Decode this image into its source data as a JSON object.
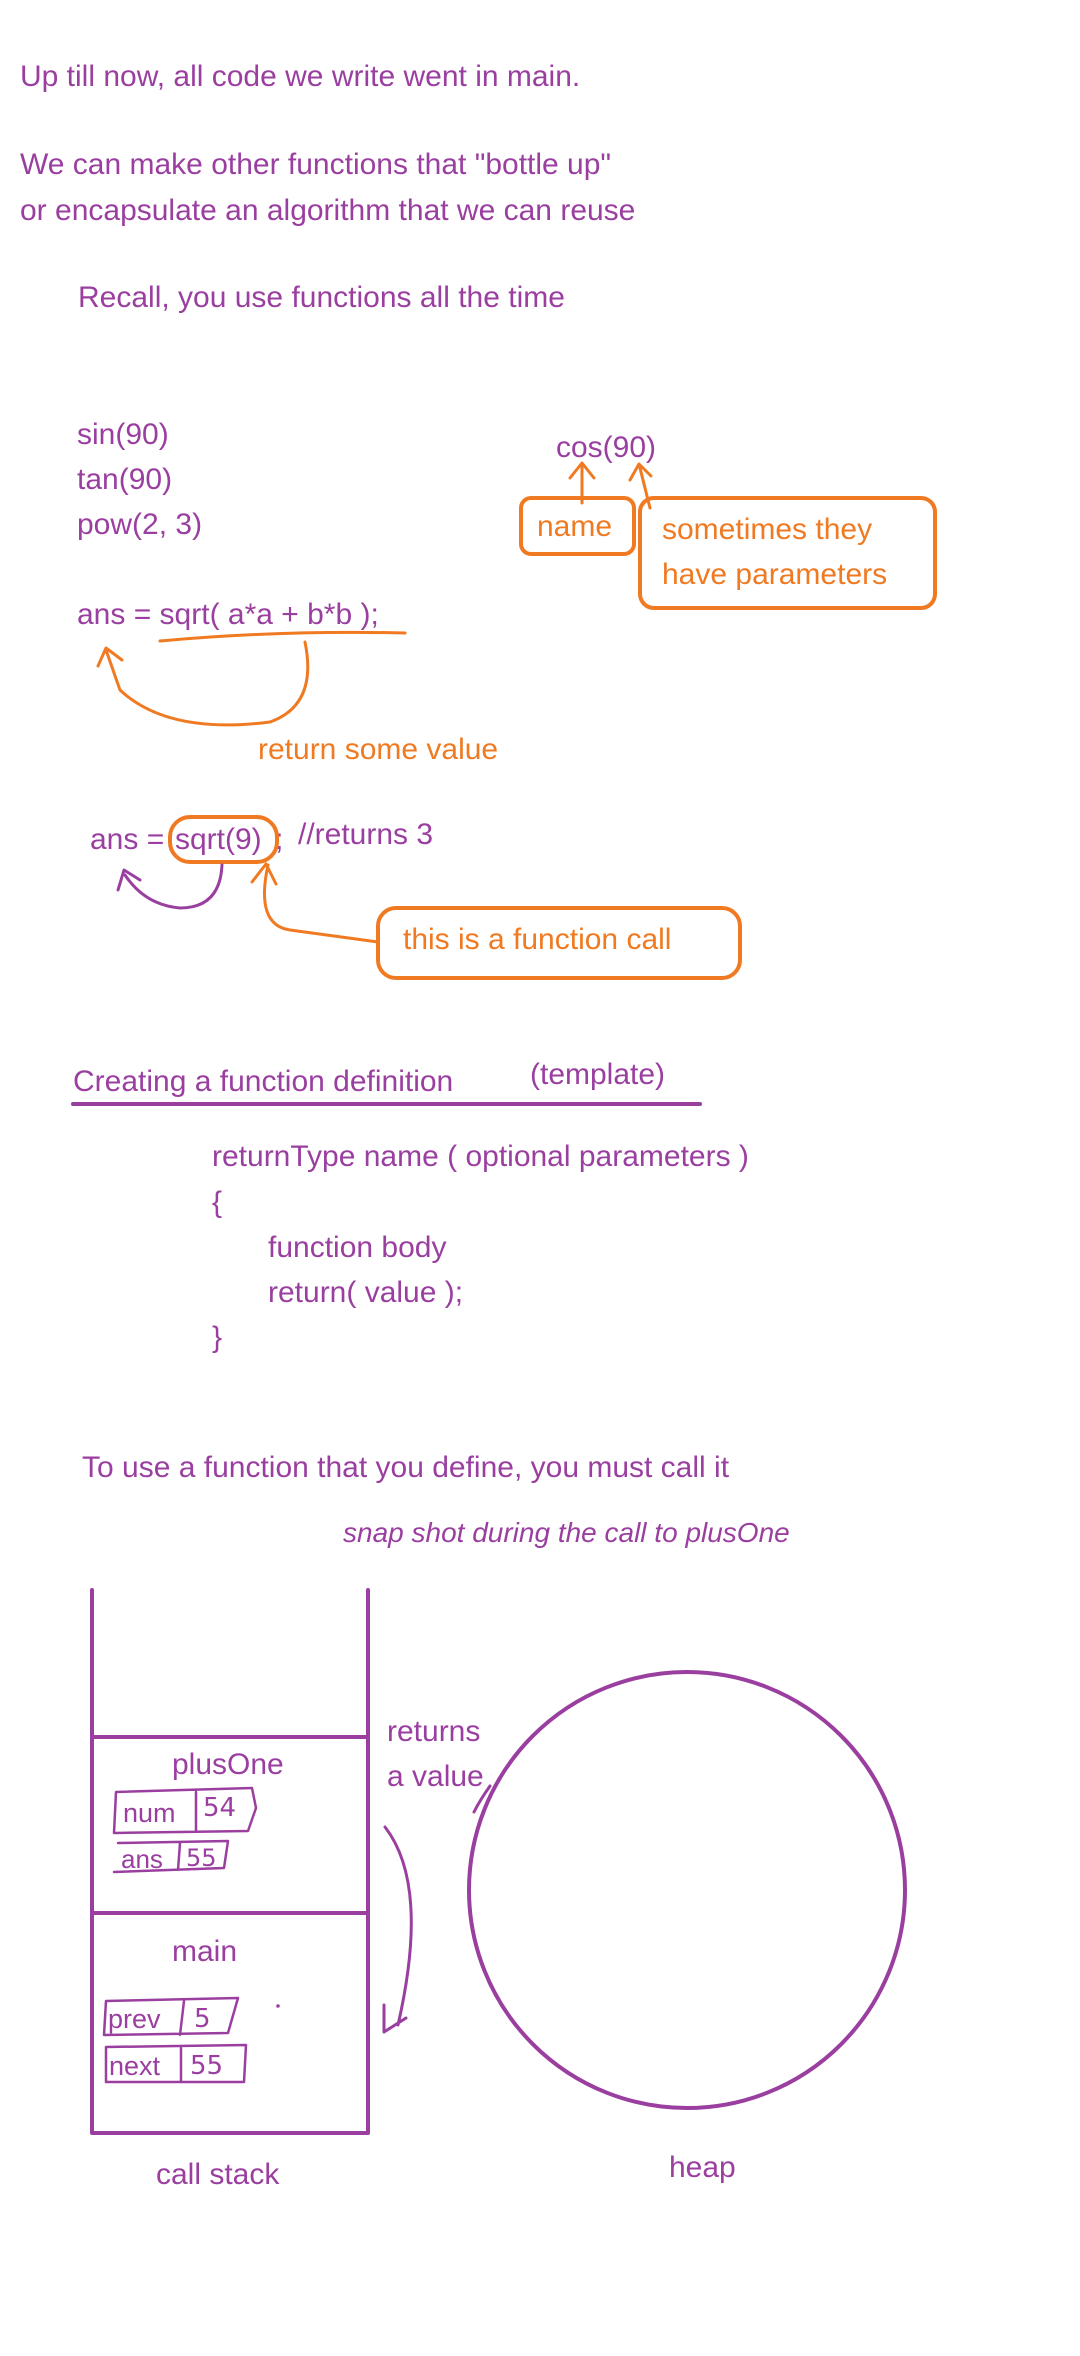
{
  "intro": {
    "line1": "Up till now, all code we write went in main.",
    "line2": "We can make other functions that \"bottle up\"",
    "line3": "or encapsulate an algorithm that we can reuse",
    "recall": "Recall, you use functions all the time"
  },
  "examples": {
    "sin": "sin(90)",
    "tan": "tan(90)",
    "pow": "pow(2, 3)",
    "cos": "cos(90)",
    "name_box": "name",
    "params_line1": "sometimes they",
    "params_line2": "have parameters",
    "sqrt_expr": "ans = sqrt( a*a + b*b );",
    "return_value": "return some value",
    "ans_prefix": "ans =",
    "sqrt_call": "sqrt(9)",
    "semicolon": ";",
    "returns_comment": "//returns 3",
    "function_call_label": "this is a function call"
  },
  "definition": {
    "heading": "Creating a function definition",
    "template_note": "(template)",
    "signature": "returnType  name ( optional parameters )",
    "open_brace": "{",
    "body": "function body",
    "return_stmt": "return( value );",
    "close_brace": "}"
  },
  "usage": {
    "call_note": "To use a function that you define, you must call it",
    "snapshot": "snap shot during the call to plusOne"
  },
  "memory": {
    "frames": {
      "plusone": {
        "name": "plusOne",
        "vars": [
          {
            "name": "num",
            "value": "54"
          },
          {
            "name": "ans",
            "value": "55"
          }
        ]
      },
      "main": {
        "name": "main",
        "vars": [
          {
            "name": "prev",
            "value": "5"
          },
          {
            "name": "next",
            "value": "55"
          }
        ]
      }
    },
    "returns_line1": "returns",
    "returns_line2": "a value",
    "stack_label": "call stack",
    "heap_label": "heap"
  },
  "colors": {
    "purple": "#9a3fa0",
    "orange": "#f07a22"
  }
}
